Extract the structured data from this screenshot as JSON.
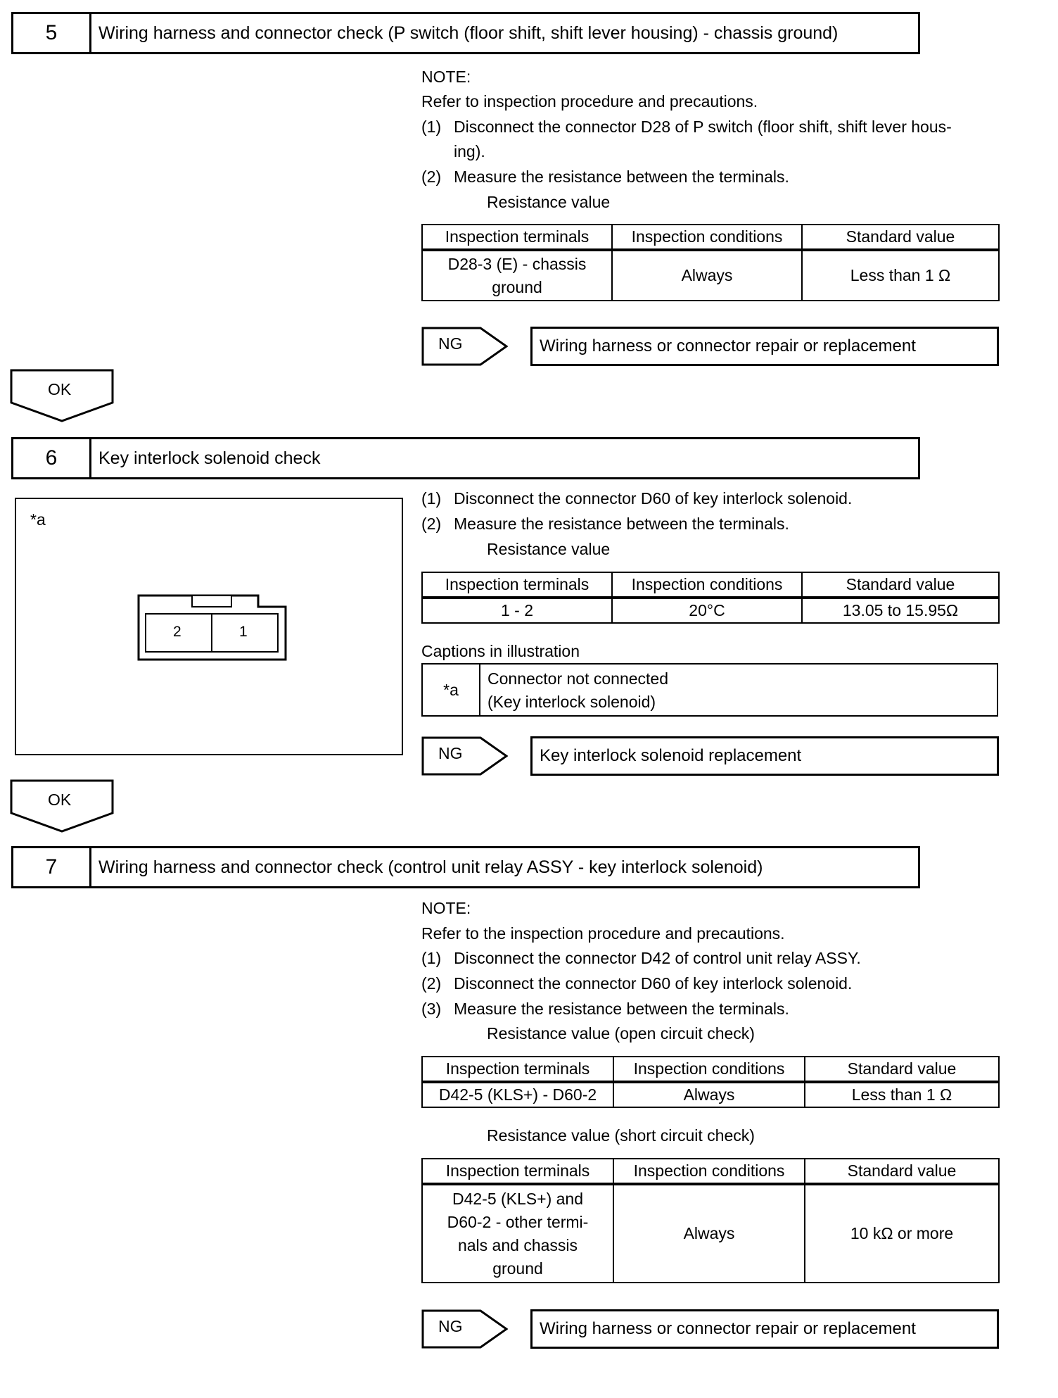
{
  "step5": {
    "number": "5",
    "title": "Wiring harness and connector check (P switch (floor shift, shift lever housing) - chassis ground)",
    "note": "NOTE:",
    "refer": "Refer to inspection procedure and precautions.",
    "s1_num": "(1)",
    "s1_a": "Disconnect the connector D28 of P switch (floor shift, shift lever hous-",
    "s1_b": "ing).",
    "s2_num": "(2)",
    "s2": "Measure the resistance between the terminals.",
    "table_title": "Resistance value",
    "headers": [
      "Inspection terminals",
      "Inspection conditions",
      "Standard value"
    ],
    "row_terminal_a": "D28-3 (E) - chassis",
    "row_terminal_b": "ground",
    "row_condition": "Always",
    "row_value": "Less than 1 Ω",
    "ng_label": "NG",
    "ng_result": "Wiring harness or connector repair or replacement",
    "ok_label": "OK"
  },
  "step6": {
    "number": "6",
    "title": "Key interlock solenoid check",
    "illus_label": "*a",
    "pin2": "2",
    "pin1": "1",
    "s1_num": "(1)",
    "s1": "Disconnect the connector D60 of key interlock solenoid.",
    "s2_num": "(2)",
    "s2": "Measure the resistance between the terminals.",
    "table_title": "Resistance value",
    "headers": [
      "Inspection terminals",
      "Inspection conditions",
      "Standard value"
    ],
    "row_terminal": "1 - 2",
    "row_condition": "20°C",
    "row_value": "13.05 to 15.95Ω",
    "captions_title": "Captions in illustration",
    "caption_key": "*a",
    "caption_a": "Connector not connected",
    "caption_b": "(Key interlock solenoid)",
    "ng_label": "NG",
    "ng_result": "Key interlock solenoid replacement",
    "ok_label": "OK"
  },
  "step7": {
    "number": "7",
    "title": "Wiring harness and connector check (control unit relay ASSY - key interlock solenoid)",
    "note": "NOTE:",
    "refer": "Refer to the inspection procedure and precautions.",
    "s1_num": "(1)",
    "s1": "Disconnect the connector D42 of control unit relay ASSY.",
    "s2_num": "(2)",
    "s2": "Disconnect the connector D60 of key interlock solenoid.",
    "s3_num": "(3)",
    "s3": "Measure the resistance between the terminals.",
    "table1_title": "Resistance value (open circuit check)",
    "headers": [
      "Inspection terminals",
      "Inspection conditions",
      "Standard value"
    ],
    "t1_terminal": "D42-5 (KLS+) - D60-2",
    "t1_condition": "Always",
    "t1_value": "Less than 1 Ω",
    "table2_title": "Resistance value (short circuit check)",
    "t2_terminal_a": "D42-5 (KLS+) and",
    "t2_terminal_b": "D60-2 - other termi-",
    "t2_terminal_c": "nals and chassis",
    "t2_terminal_d": "ground",
    "t2_condition": "Always",
    "t2_value": "10 kΩ or more",
    "ng_label": "NG",
    "ng_result": "Wiring harness or connector repair or replacement"
  }
}
